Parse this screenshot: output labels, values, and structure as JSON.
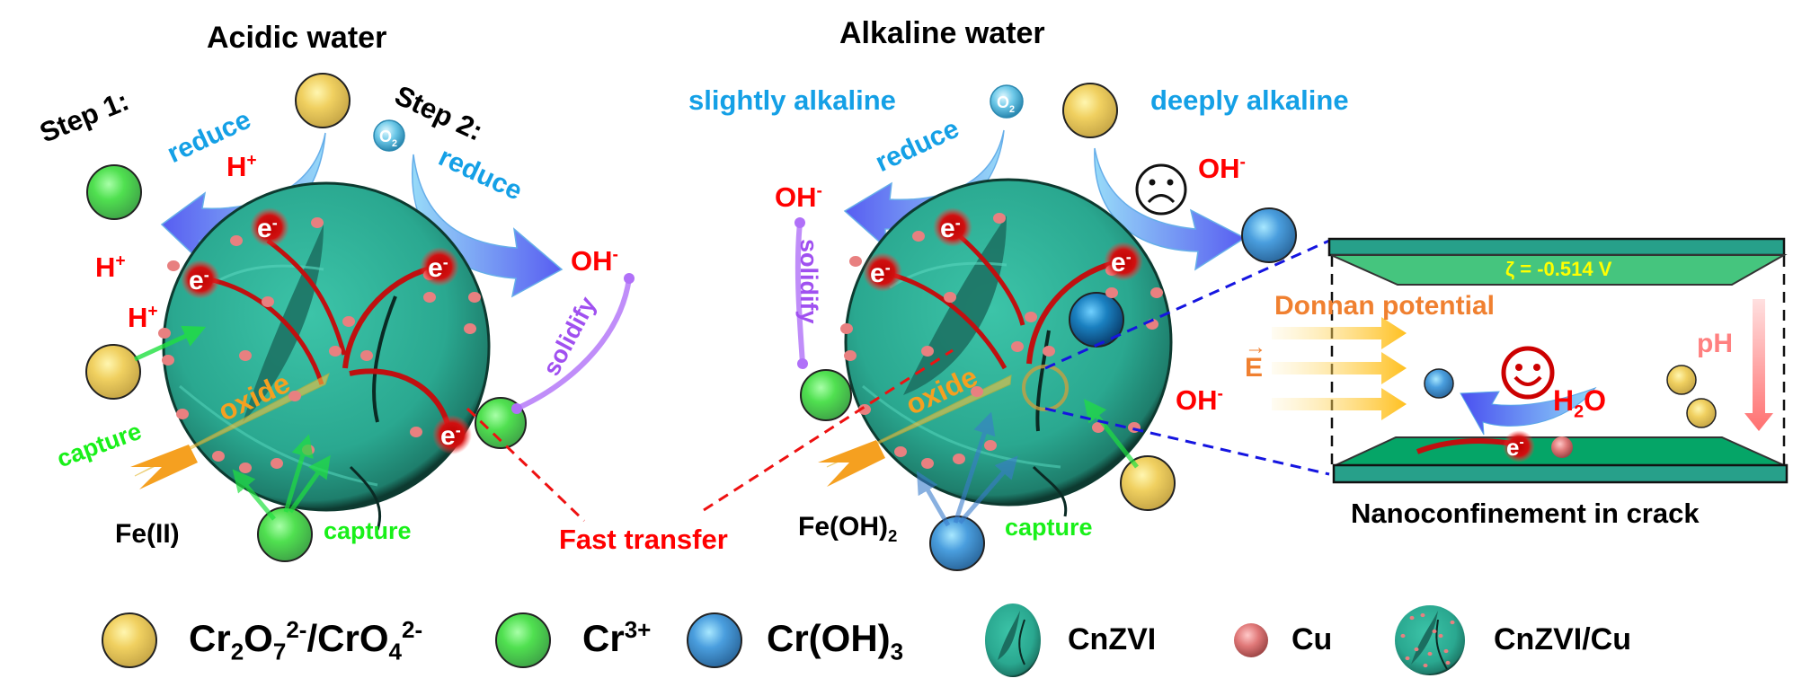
{
  "panels": {
    "acidic": {
      "title": "Acidic water",
      "step1": "Step 1:",
      "step2": "Step 2:",
      "reduce1": "reduce",
      "reduce2": "reduce",
      "h_plus": "H",
      "h_plus_sup": "+",
      "oh": "OH",
      "oh_sup": "-",
      "solidify": "solidify",
      "oxide": "oxide",
      "capture_left": "capture",
      "capture_bottom": "capture",
      "fe_product": "Fe(II)",
      "electron": "e",
      "electron_sup": "-",
      "o2": "O",
      "o2_sub": "2"
    },
    "alkaline": {
      "title": "Alkaline water",
      "slightly": "slightly alkaline",
      "deeply": "deeply alkaline",
      "reduce": "reduce",
      "oh": "OH",
      "oh_sup": "-",
      "solidify": "solidify",
      "oxide": "oxide",
      "capture": "capture",
      "fe_product": "Fe(OH)",
      "fe_product_sub": "2",
      "sad_face": "sad-face",
      "electron": "e",
      "electron_sup": "-",
      "o2": "O",
      "o2_sub": "2"
    },
    "fast_transfer": "Fast transfer",
    "crack": {
      "title": "Nanoconfinement in crack",
      "zeta": "ζ = -0.514 V",
      "donnan": "Donnan potential",
      "field": "E",
      "ph": "pH",
      "h2o": "H",
      "h2o_sub": "2",
      "h2o_o": "O",
      "electron": "e",
      "electron_sup": "-",
      "happy_face": "happy-face"
    }
  },
  "legend": [
    {
      "icon": "yellow-ball",
      "label_parts": [
        "Cr",
        "2",
        "O",
        "7",
        "2-",
        "/CrO",
        "4",
        "2-"
      ]
    },
    {
      "icon": "green-ball",
      "label": "Cr",
      "sup": "3+"
    },
    {
      "icon": "blue-ball",
      "label": "Cr(OH)",
      "sub": "3"
    },
    {
      "icon": "cnzvi-sphere",
      "label": "CnZVI"
    },
    {
      "icon": "cu-ball",
      "label": "Cu"
    },
    {
      "icon": "cnzvi-cu-sphere",
      "label": "CnZVI/Cu"
    }
  ],
  "colors": {
    "cr6": "#e8c85a",
    "cr3": "#4ade4a",
    "croh3": "#3a8fd0",
    "cnzvi": "#2aa890",
    "cu": "#e07878",
    "reduce_text": "#14a0e6",
    "ion_text": "#ff0000",
    "capture_text": "#19f019",
    "oxide_text": "#f5a020",
    "solidify_text": "#a050f0",
    "donnan_text": "#f08030",
    "zeta_text": "#ffff00"
  }
}
